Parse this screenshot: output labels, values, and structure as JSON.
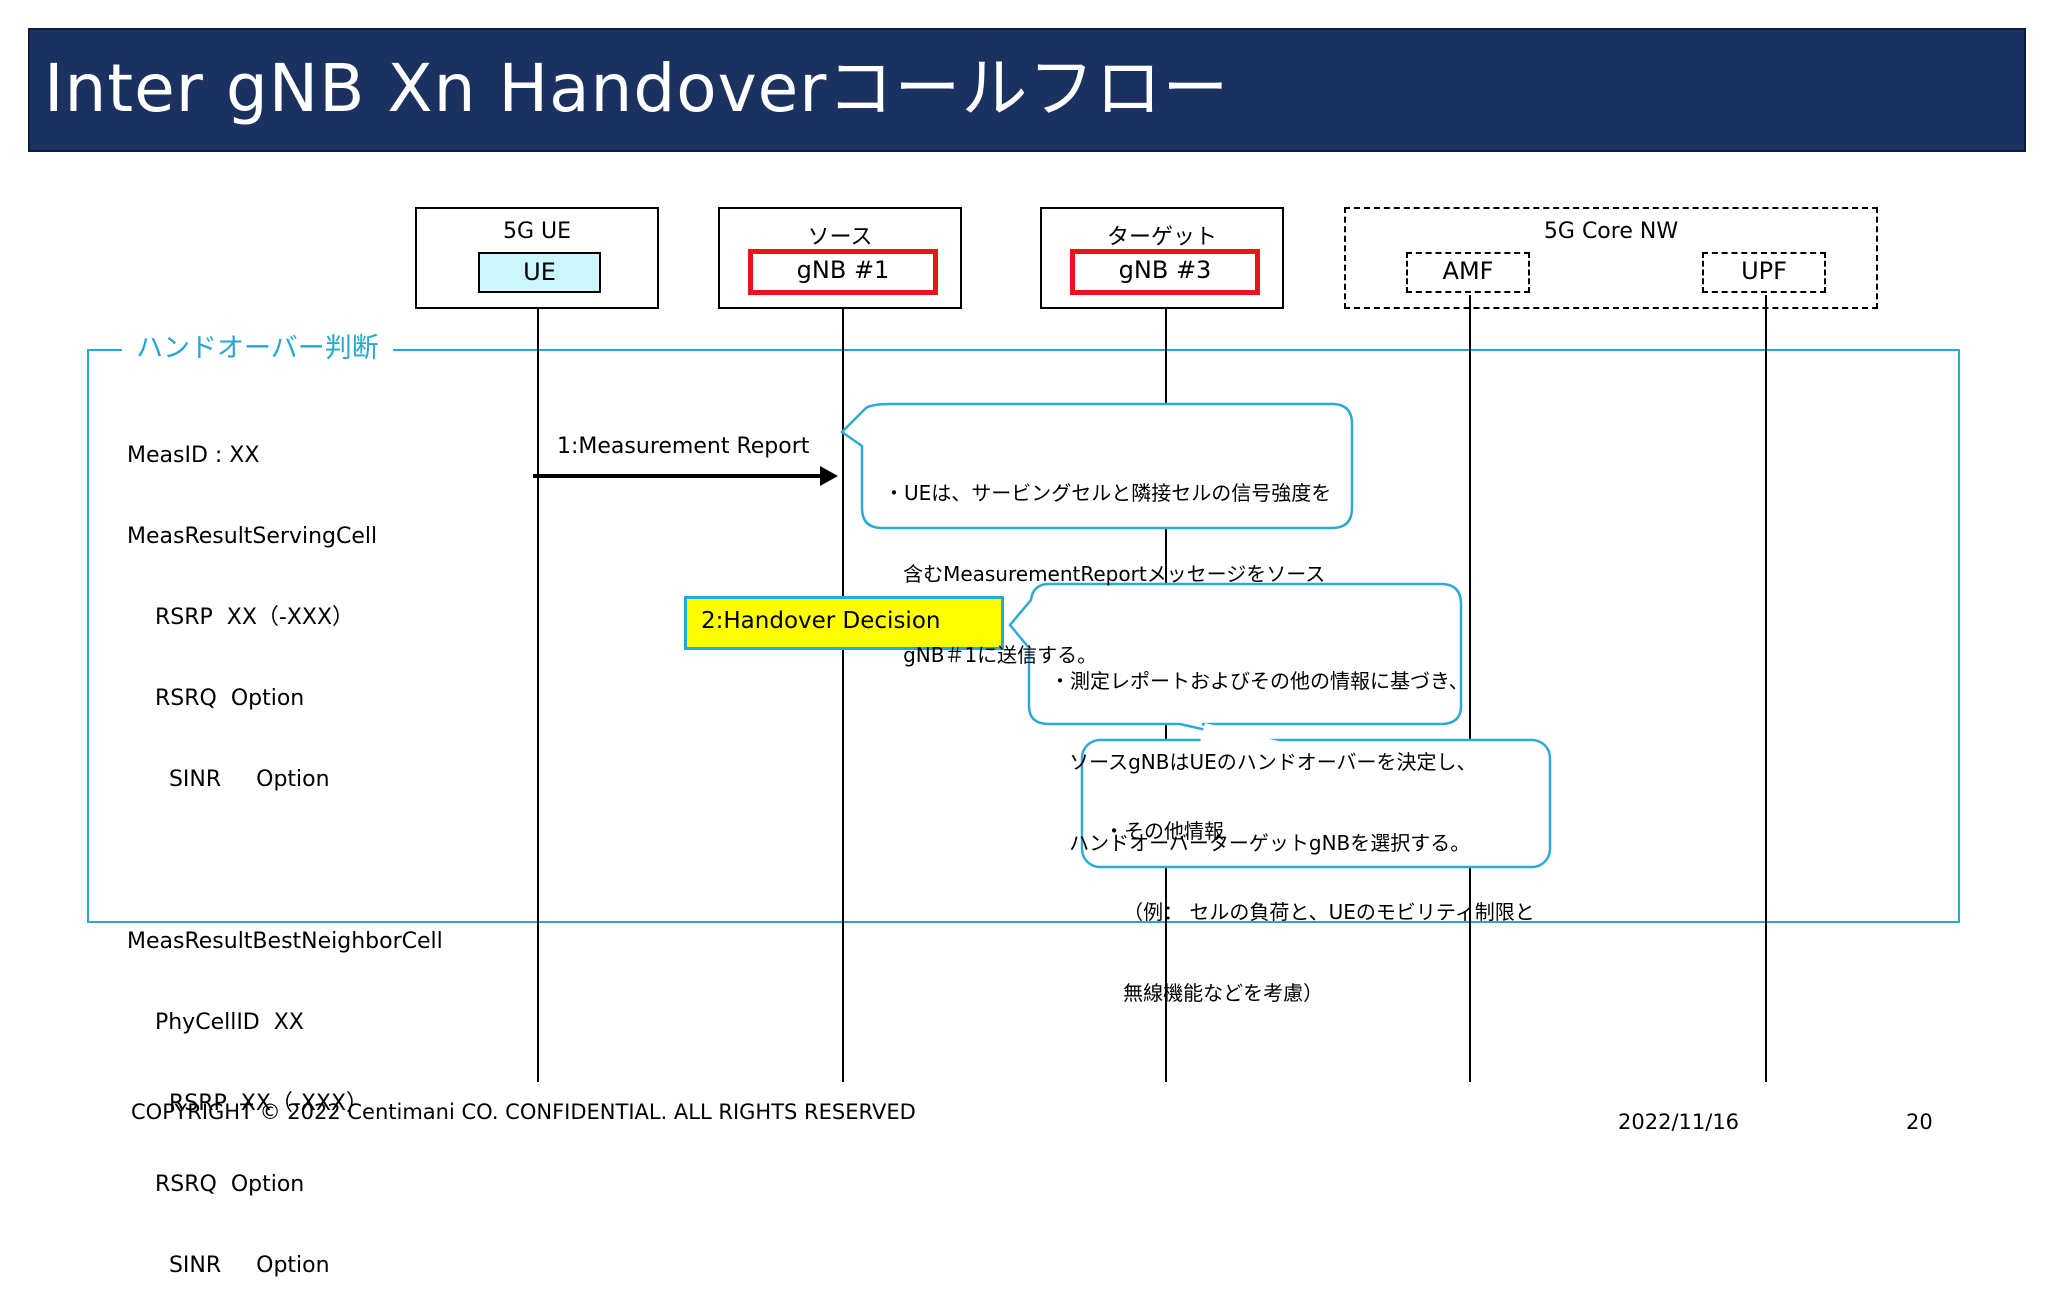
{
  "title": "Inter gNB Xn Handoverコールフロー",
  "entities": {
    "ue": {
      "label": "5G  UE",
      "inner": "UE"
    },
    "source": {
      "label": "ソース",
      "inner": "gNB #1"
    },
    "target": {
      "label": "ターゲット",
      "inner": "gNB #3"
    },
    "core": {
      "label": "5G Core NW",
      "amf": "AMF",
      "upf": "UPF"
    }
  },
  "frame": {
    "label": "ハンドオーバー判断"
  },
  "measurement_lines": [
    "MeasID : XX",
    "MeasResultServingCell",
    "    RSRP  XX（-XXX）",
    "    RSRQ  Option",
    "      SINR     Option",
    "",
    "MeasResultBestNeighborCell",
    "    PhyCellID  XX",
    "      RSRP  XX（-XXX）",
    "    RSRQ  Option",
    "      SINR     Option"
  ],
  "messages": {
    "m1": "1:Measurement Report",
    "m2": "2:Handover Decision"
  },
  "callouts": {
    "c1": [
      "・UEは、サービングセルと隣接セルの信号強度を",
      "   含むMeasurementReportメッセージをソース",
      "   gNB＃1に送信する。"
    ],
    "c2": [
      "・測定レポートおよびその他の情報に基づき、",
      "   ソースgNBはUEのハンドオーバーを決定し、",
      "   ハンドオーバーターゲットgNBを選択する。"
    ],
    "c3": [
      "・その他情報",
      "   （例： セルの負荷と、UEのモビリティ制限と",
      "   無線機能などを考慮）"
    ]
  },
  "colors": {
    "title_bg": "#1b3261",
    "frame": "#26a8cf",
    "gnb_border": "#e8141b",
    "decision_fill": "#fefe00",
    "ue_fill": "#ccf6fb"
  },
  "footer": {
    "copyright": "COPYRIGHT © 2022 Centimani CO. CONFIDENTIAL. ALL RIGHTS RESERVED",
    "date": "2022/11/16",
    "page": "20"
  }
}
